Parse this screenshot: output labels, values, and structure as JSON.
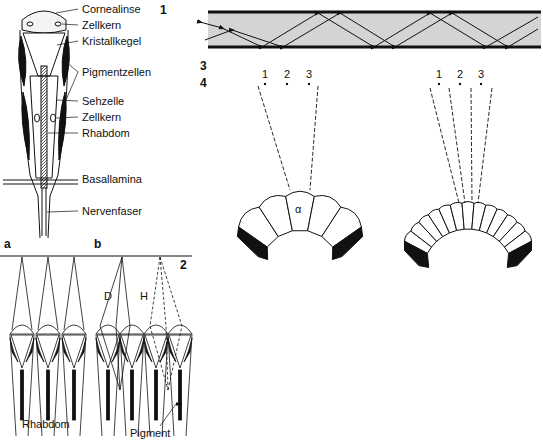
{
  "diagram": {
    "labels": [
      "Cornealinse",
      "1",
      "Zellkern",
      "Kristallkegel",
      "Pigmentzellen",
      "Sehzelle",
      "Zellkern",
      "Rhabdom",
      "Basallamina",
      "Nervenfaser",
      "a",
      "b",
      "2",
      "D",
      "H",
      "Rhabdom",
      "Pigment",
      "3",
      "4",
      "1",
      "2",
      "3",
      "α",
      "1",
      "2",
      "3"
    ]
  }
}
